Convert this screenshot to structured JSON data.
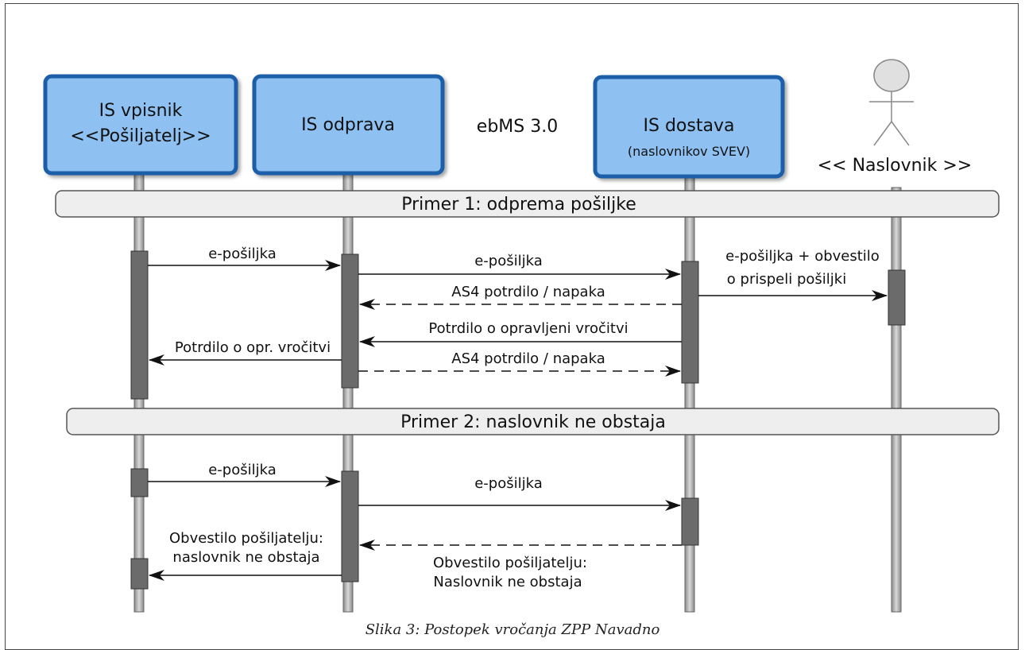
{
  "participants": {
    "vpisnik": {
      "line1": "IS vpisnik",
      "line2": "<<Pošiljatelj>>"
    },
    "odprava": {
      "line1": "IS odprava"
    },
    "dostava": {
      "line1": "IS dostava",
      "line2": "(naslovnikov SVEV)"
    },
    "naslovnik": {
      "label": "<< Naslovnik >>",
      "icon": "stick-figure-actor"
    }
  },
  "protocol_label": "ebMS 3.0",
  "fragments": {
    "f1": "Primer 1: odprema pošiljke",
    "f2": "Primer 2: naslovnik ne obstaja"
  },
  "messages": {
    "m1": "e-pošiljka",
    "m2": "e-pošiljka",
    "m3_line1": "e-pošiljka + obvestilo",
    "m3_line2": "o prispeli pošiljki",
    "m4": "AS4 potrdilo / napaka",
    "m5": "Potrdilo o opravljeni vročitvi",
    "m6": "Potrdilo o opr. vročitvi",
    "m7": "AS4 potrdilo / napaka",
    "m8": "e-pošiljka",
    "m9": "e-pošiljka",
    "m10_line1": "Obvestilo pošiljatelju:",
    "m10_line2": "Naslovnik  ne obstaja",
    "m11_line1": "Obvestilo pošiljatelju:",
    "m11_line2": "naslovnik ne obstaja"
  },
  "caption": "Slika 3: Postopek vročanja ZPP Navadno",
  "colors": {
    "box_fill": "#8ec1f2",
    "box_border": "#1a5fa8",
    "lifeline": "#b5b5b5",
    "activation": "#6b6b6b",
    "fragment_fill": "#eeeeee"
  }
}
